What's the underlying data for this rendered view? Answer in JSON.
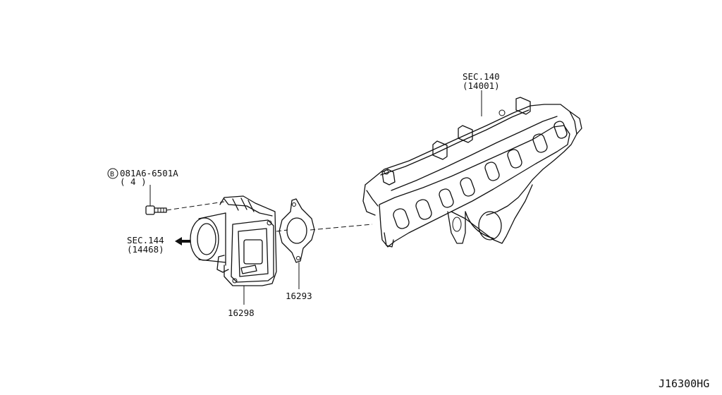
{
  "labels": {
    "manifold_sec": "SEC.140",
    "manifold_part": "(14001)",
    "bolt_symbol": "B",
    "bolt_part": "081A6-6501A",
    "bolt_qty": "( 4 )",
    "duct_sec": "SEC.144",
    "duct_part": "(14468)",
    "throttle_body": "16298",
    "gasket": "16293"
  },
  "diagram_id": "J16300HG"
}
